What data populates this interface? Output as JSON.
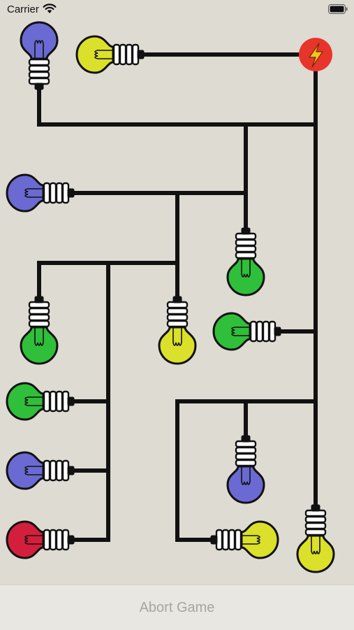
{
  "status_bar": {
    "carrier": "Carrier"
  },
  "bottom_bar": {
    "abort_label": "Abort Game"
  },
  "colors": {
    "background": "#dedbd3",
    "wire": "#111111",
    "power": "#e8352b",
    "bolt": "#f7c21c",
    "bulb_blue": "#6a6ad2",
    "bulb_yellow": "#dbe02a",
    "bulb_green": "#2fbf3a",
    "bulb_red": "#d41f3c",
    "socket": "#ffffff"
  },
  "game": {
    "power_source": {
      "name": "power-source",
      "icon": "lightning-bolt-icon"
    },
    "bulbs": [
      {
        "name": "bulb-blue-top",
        "color": "blue"
      },
      {
        "name": "bulb-yellow-top",
        "color": "yellow"
      },
      {
        "name": "bulb-blue-left",
        "color": "blue"
      },
      {
        "name": "bulb-green-center",
        "color": "green"
      },
      {
        "name": "bulb-green-left",
        "color": "green"
      },
      {
        "name": "bulb-yellow-center",
        "color": "yellow"
      },
      {
        "name": "bulb-green-right",
        "color": "green"
      },
      {
        "name": "bulb-green-lower-left",
        "color": "green"
      },
      {
        "name": "bulb-blue-lower-left",
        "color": "blue"
      },
      {
        "name": "bulb-red-bottom-left",
        "color": "red"
      },
      {
        "name": "bulb-blue-lower-right",
        "color": "blue"
      },
      {
        "name": "bulb-yellow-bottom-center",
        "color": "yellow"
      },
      {
        "name": "bulb-yellow-bottom-right",
        "color": "yellow"
      }
    ]
  }
}
